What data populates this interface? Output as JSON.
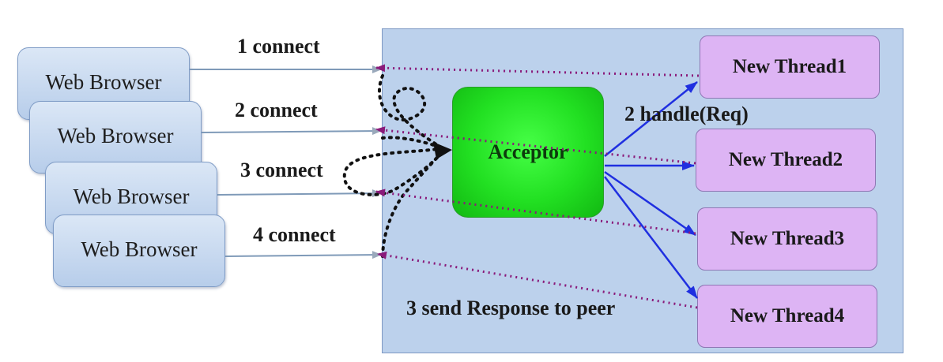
{
  "browsers": [
    {
      "label": "Web Browser"
    },
    {
      "label": "Web Browser"
    },
    {
      "label": "Web Browser"
    },
    {
      "label": "Web Browser"
    }
  ],
  "connect_labels": [
    "1 connect",
    "2 connect",
    "3 connect",
    "4 connect"
  ],
  "acceptor": {
    "label": "Acceptor"
  },
  "threads": [
    {
      "label": "New Thread1"
    },
    {
      "label": "New Thread2"
    },
    {
      "label": "New Thread3"
    },
    {
      "label": "New Thread4"
    }
  ],
  "handle_label": "2 handle(Req)",
  "response_label": "3 send Response to peer",
  "colors": {
    "server_area": "#bcd1ec",
    "browser_box": "#c8d9f0",
    "thread_box": "#ddb4f4",
    "acceptor": "#22e022",
    "connect_arrow": "#7f9ab8",
    "dispatch_arrow": "#1f2fe0",
    "response_arrow": "#8a1a7a",
    "accept_loop": "#111111"
  }
}
